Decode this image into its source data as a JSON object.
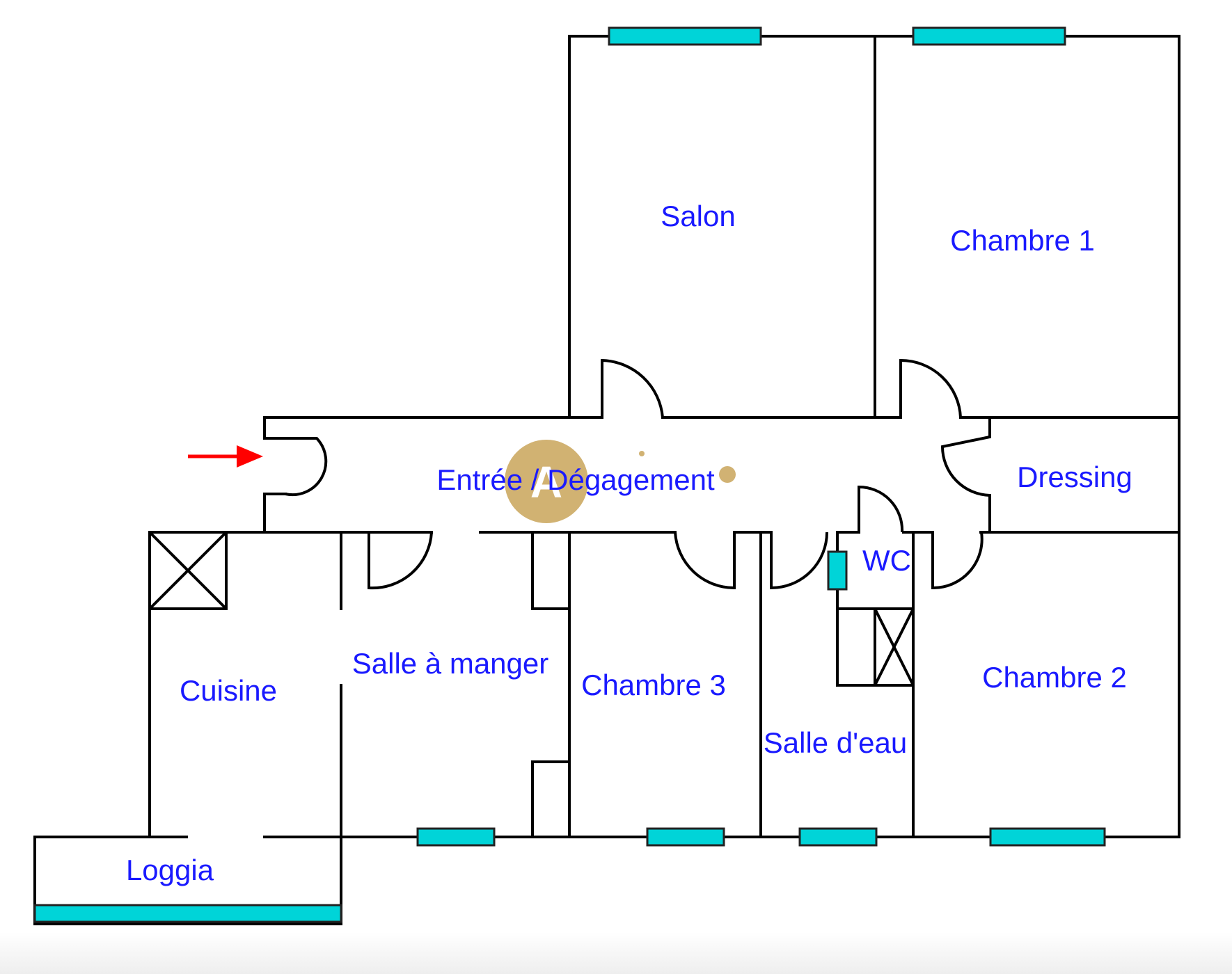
{
  "colors": {
    "wall": "#000000",
    "window_fill": "#00d4d8",
    "label": "#1a1aff",
    "entrance_arrow": "#ff0000",
    "watermark_gold": "#c9a55a"
  },
  "watermark": {
    "letter": "A",
    "icon": "logo-watermark"
  },
  "rooms": {
    "salon": "Salon",
    "chambre1": "Chambre 1",
    "entree": "Entrée / Dégagement",
    "dressing": "Dressing",
    "wc": "WC",
    "cuisine": "Cuisine",
    "salle_a_manger": "Salle à manger",
    "chambre3": "Chambre 3",
    "salle_deau": "Salle d'eau",
    "chambre2": "Chambre 2",
    "loggia": "Loggia"
  },
  "entrance": {
    "icon": "entrance-arrow-icon"
  }
}
